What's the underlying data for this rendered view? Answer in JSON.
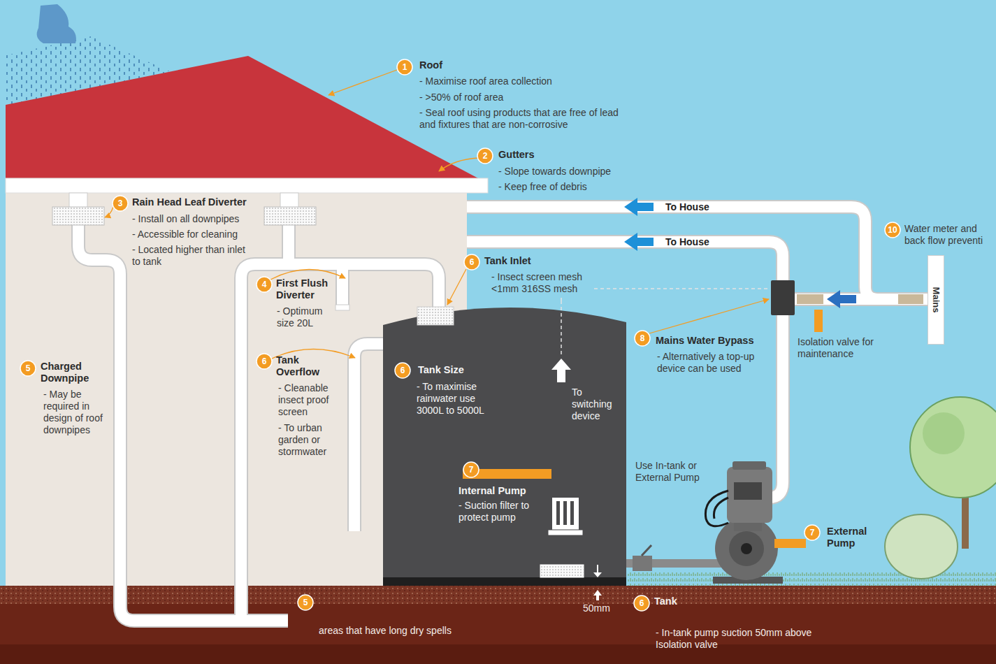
{
  "diagram": {
    "nodes": [
      {
        "text": [
          "6",
          "Tank Size",
          "- To maximise rainwater use 3000L to 5000L",
          "To switching device",
          "7",
          "Internal Pump",
          "- Suction filter to protect pump"
        ]
      },
      {
        "text": [
          "Mains"
        ]
      }
    ],
    "labels": [
      "1",
      "Roof",
      "- Maximise roof area collection",
      "- >50% of roof area",
      "- Seal roof using products that are free of lead and fixtures that are non-corrosive",
      "2",
      "Gutters",
      "- Slope towards downpipe",
      "- Keep free of debris",
      "3",
      "Rain Head Leaf Diverter",
      "- Install on all downpipes",
      "- Accessible for cleaning",
      "- Located higher than inlet to tank",
      "To House",
      "To House",
      "10",
      "Water meter and back flow preventi",
      "6",
      "Tank Inlet",
      "- Insect screen mesh <1mm 316SS mesh",
      "4",
      "First Flush Diverter",
      "- Optimum size 20L",
      "Isolation valve for maintenance",
      "8",
      "Mains Water Bypass",
      "- Alternatively a top-up device can be used",
      "5",
      "Charged Downpipe",
      "- May be required in design of roof downpipes",
      "6",
      "Tank Overflow",
      "- Cleanable insect proof screen",
      "- To urban garden or stormwater",
      "Use In-tank or External Pump",
      "7",
      "External Pump",
      "5",
      "areas that have long dry spells",
      "50mm",
      "6",
      "Tank",
      "- In-tank pump suction 50mm above Isolation valve"
    ]
  }
}
